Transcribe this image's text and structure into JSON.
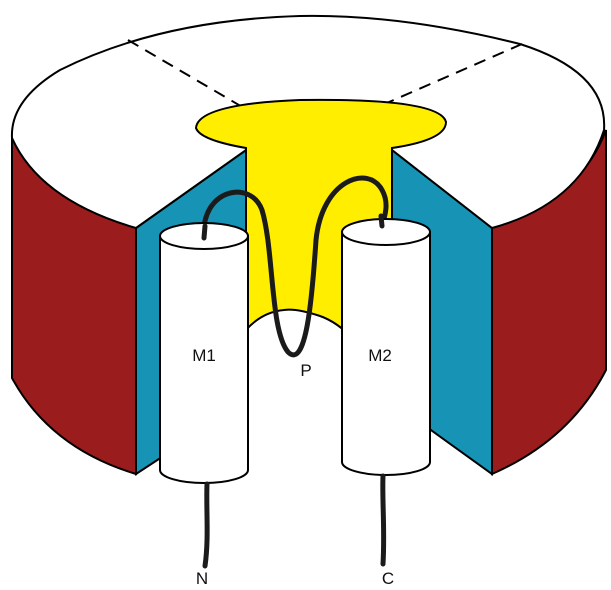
{
  "labels": {
    "segment_1": "M1",
    "segment_2": "M2",
    "pore_loop": "P",
    "n_terminus": "N",
    "c_terminus": "C"
  },
  "colors": {
    "outer_wall": "#9b1c1c",
    "inner_wall": "#1793b6",
    "pore": "#ffee00",
    "top_face": "#ffffff",
    "helix": "#ffffff",
    "chain": "#1b1b1b",
    "outline": "#000000"
  }
}
